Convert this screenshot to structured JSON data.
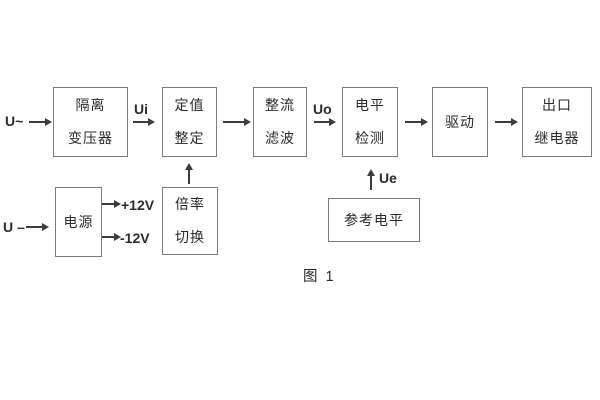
{
  "diagram": {
    "caption": "图 1",
    "boxes": {
      "isolation_transformer": {
        "line1": "隔离",
        "line2": "变压器"
      },
      "setpoint_adjust": {
        "line1": "定值",
        "line2": "整定"
      },
      "rectify_filter": {
        "line1": "整流",
        "line2": "滤波"
      },
      "level_detect": {
        "line1": "电平",
        "line2": "检测"
      },
      "driver": {
        "line1": "驱动"
      },
      "output_relay": {
        "line1": "出口",
        "line2": "继电器"
      },
      "power_supply": {
        "line1": "电源"
      },
      "ratio_switch": {
        "line1": "倍率",
        "line2": "切换"
      },
      "reference_level": {
        "line1": "参考电平"
      }
    },
    "signals": {
      "input_ac": "U~",
      "input_dc": "U –",
      "ui": "Ui",
      "uo": "Uo",
      "ue": "Ue",
      "plus12": "+12V",
      "minus12": "-12V"
    },
    "connections": [
      {
        "from": "U~",
        "to": "隔离变压器"
      },
      {
        "from": "隔离变压器",
        "to": "定值整定",
        "label": "Ui"
      },
      {
        "from": "定值整定",
        "to": "整流滤波"
      },
      {
        "from": "整流滤波",
        "to": "电平检测",
        "label": "Uo"
      },
      {
        "from": "电平检测",
        "to": "驱动"
      },
      {
        "from": "驱动",
        "to": "出口继电器"
      },
      {
        "from": "U –",
        "to": "电源"
      },
      {
        "from": "电源",
        "to": "+12V"
      },
      {
        "from": "电源",
        "to": "-12V"
      },
      {
        "from": "倍率切换",
        "to": "定值整定"
      },
      {
        "from": "参考电平",
        "to": "电平检测",
        "label": "Ue"
      }
    ],
    "colors": {
      "background": "#ffffff",
      "box_border": "#7c7c7c",
      "text": "#2b2b2b",
      "line": "#3c3c3c"
    }
  }
}
